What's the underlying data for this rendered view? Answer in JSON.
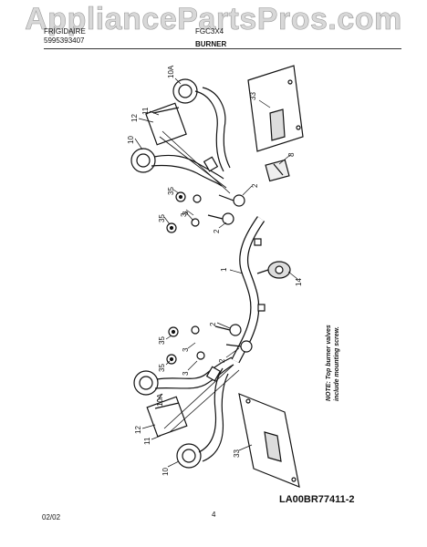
{
  "watermark": "AppliancePartsPros.com",
  "header": {
    "left_line1": "FRIGIDAIRE",
    "left_line2": "5995393407",
    "model": "FGC3X4",
    "section": "BURNER"
  },
  "callouts": {
    "c33_top": "33",
    "c10a_top": "10A",
    "c12_top": "12",
    "c11_top": "11",
    "c10_top": "10",
    "c8": "8",
    "c2_a": "2",
    "c35_a": "35",
    "c3_a": "3",
    "c35_b": "35",
    "c3_b": "3",
    "c2_b": "2",
    "c1": "1",
    "c14": "14",
    "c2_c": "2",
    "c35_c": "35",
    "c3_c": "3",
    "c2_d": "2",
    "c35_d": "35",
    "c3_d": "3",
    "c10a_bottom": "10A",
    "c12_bottom": "12",
    "c11_bottom": "11",
    "c10_bottom": "10",
    "c33_bottom": "33"
  },
  "note": {
    "line1": "NOTE: Top burner valves",
    "line2": "include mounting screw."
  },
  "footer": {
    "part_number": "LA00BR77411-2",
    "date": "02/02",
    "page": "4"
  }
}
